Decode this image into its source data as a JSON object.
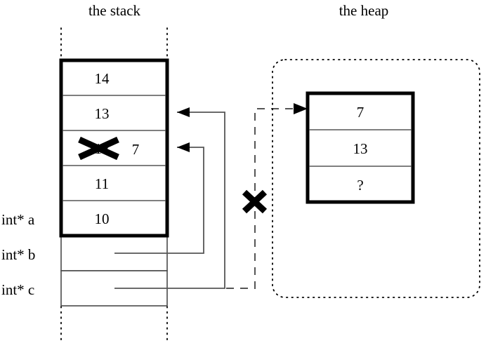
{
  "titles": {
    "stack": "the stack",
    "heap": "the heap"
  },
  "stack": {
    "frame_cells": [
      {
        "value": "14",
        "struck": false
      },
      {
        "value": "13",
        "struck": false
      },
      {
        "value": "12",
        "struck": true,
        "annotation": "7"
      },
      {
        "value": "11",
        "struck": false
      },
      {
        "value": "10",
        "struck": false
      }
    ],
    "variables": [
      {
        "label": "int* a"
      },
      {
        "label": "int* b"
      },
      {
        "label": "int* c"
      }
    ]
  },
  "heap": {
    "cells": [
      {
        "value": "7"
      },
      {
        "value": "13"
      },
      {
        "value": "?"
      }
    ]
  },
  "marks": {
    "invalid_pointer": "x-mark",
    "struck_value": "x-mark"
  },
  "colors": {
    "ink": "#000000",
    "line": "#555555",
    "background": "#ffffff"
  }
}
